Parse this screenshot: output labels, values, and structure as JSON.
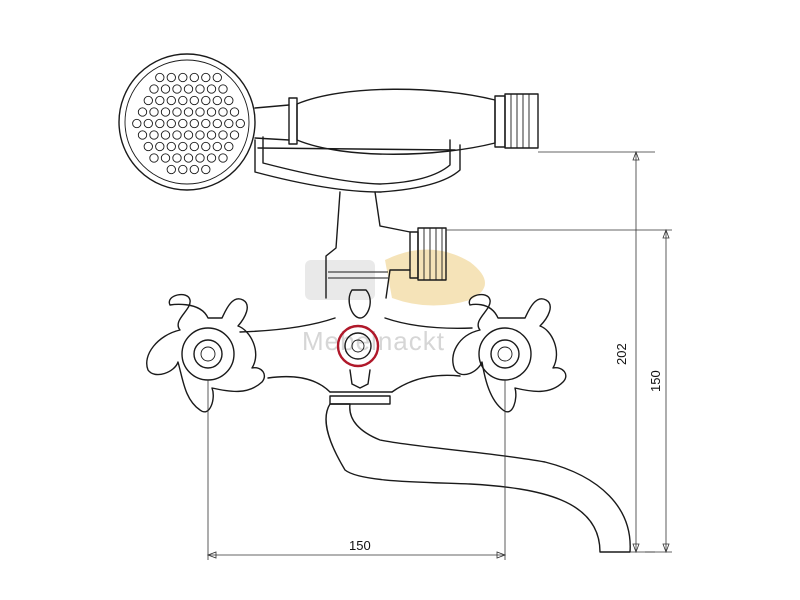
{
  "dimensions": {
    "width_label": "150",
    "height_total_label": "202",
    "height_spout_label": "150"
  },
  "watermark": {
    "text": "Mebelnackt"
  },
  "colors": {
    "line": "#1a1a1a",
    "accent_ring": "#b0182a",
    "watermark_grey": "#d6d6d6",
    "watermark_gold": "#f2d9a0"
  }
}
